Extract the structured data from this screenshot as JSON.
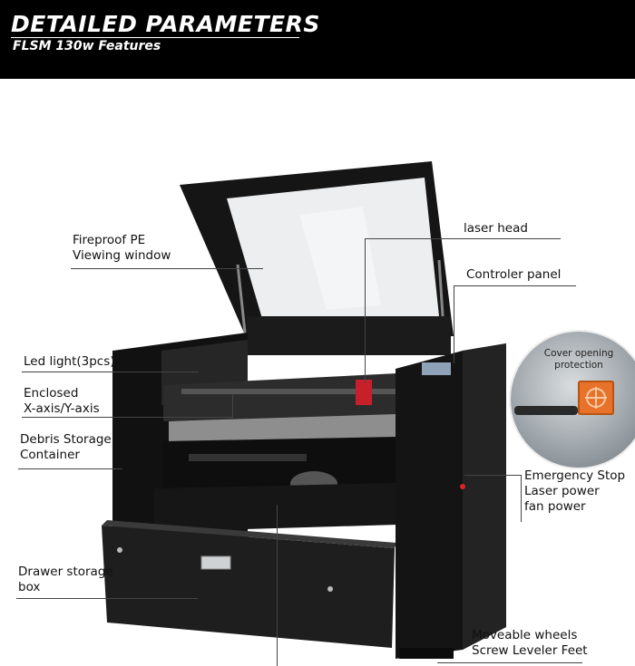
{
  "header": {
    "title": "DETAILED PARAMETERS",
    "subtitle": "FLSM 130w Features"
  },
  "callouts": {
    "fireproof": [
      "Fireproof PE",
      "Viewing window"
    ],
    "laser_head": "laser head",
    "controller_panel": "Controler panel",
    "led_light": "Led light(3pcs)",
    "enclosed": [
      "Enclosed",
      "X-axis/Y-axis"
    ],
    "debris": [
      "Debris Storage",
      "Container"
    ],
    "emergency": [
      "Emergency Stop",
      "Laser power",
      "fan power"
    ],
    "drawer": [
      "Drawer storage",
      "box"
    ],
    "wheels": [
      "Moveable wheels",
      "Screw Leveler Feet"
    ],
    "cover_opening": [
      "Cover opening",
      "protection"
    ]
  },
  "colors": {
    "header_bg": "#000000",
    "machine_body": "#141414",
    "accent_orange": "#e8722a"
  }
}
